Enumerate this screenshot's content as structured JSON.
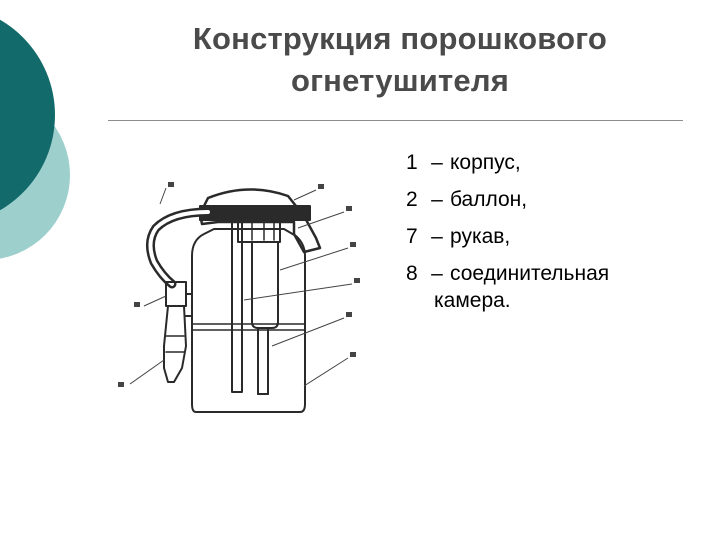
{
  "slide": {
    "title_lines": [
      "Конструкция порошкового",
      "огнетушителя"
    ],
    "legend": [
      {
        "number": "1",
        "dash": "–",
        "text": "корпус,"
      },
      {
        "number": "2",
        "dash": "–",
        "text": "баллон,"
      },
      {
        "number": "7",
        "dash": "–",
        "text": "рукав,"
      },
      {
        "number": "8",
        "dash": "–",
        "text": "соединительная",
        "text_cont": "камера."
      }
    ],
    "colors": {
      "decor_dark": "#126b6a",
      "decor_light": "#9dcfcd",
      "title": "#4a4a4a",
      "rule": "#8d8d8d",
      "drawing": "#2a2a2a"
    }
  }
}
